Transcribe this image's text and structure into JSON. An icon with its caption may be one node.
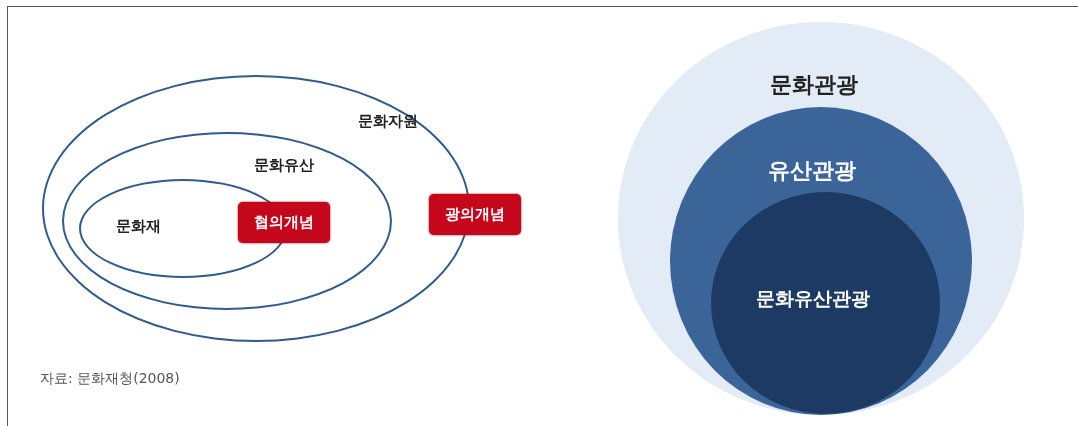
{
  "diagram": {
    "nodes": [
      {
        "text": [
          "문화자원"
        ]
      },
      {
        "text": [
          "문화유산"
        ],
        "in": 0
      },
      {
        "text": [
          "문화재"
        ],
        "in": 1
      },
      {
        "text": [
          "협의개념"
        ],
        "in": 1
      },
      {
        "text": [
          "광의개념"
        ]
      },
      {
        "text": [
          "문화관광"
        ]
      },
      {
        "text": [
          "유산관광"
        ],
        "in": 5
      },
      {
        "text": [
          "문화유산관광"
        ],
        "in": 6
      }
    ],
    "labels": [
      "자료: 문화재청(2008)"
    ]
  }
}
